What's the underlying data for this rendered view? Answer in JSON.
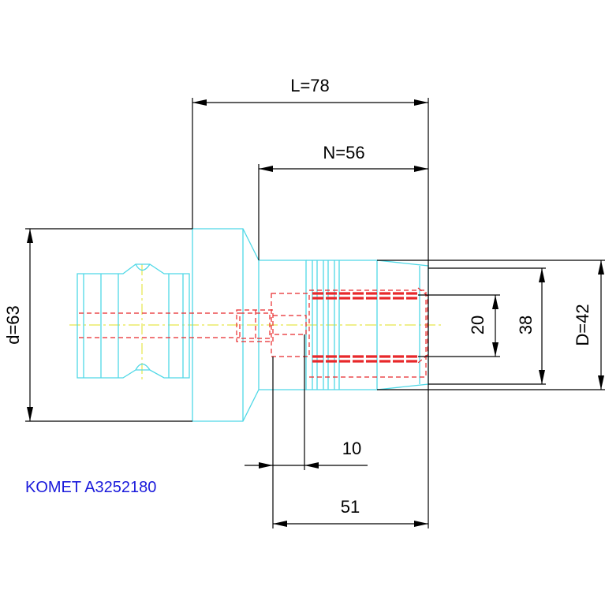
{
  "drawing": {
    "model_label": "KOMET A3252180",
    "dimensions": {
      "overall_length": "L=78",
      "shank_length": "N=56",
      "flange_diameter": "d=63",
      "body_diameter": "D=42",
      "bore_38": "38",
      "bore_20": "20",
      "depth_10": "10",
      "depth_51": "51"
    },
    "colors": {
      "outline": "#4fd8e6",
      "hidden": "#e8282a",
      "centerline": "#e5e54a",
      "dimension": "#000000",
      "label": "#1a1adb"
    }
  }
}
